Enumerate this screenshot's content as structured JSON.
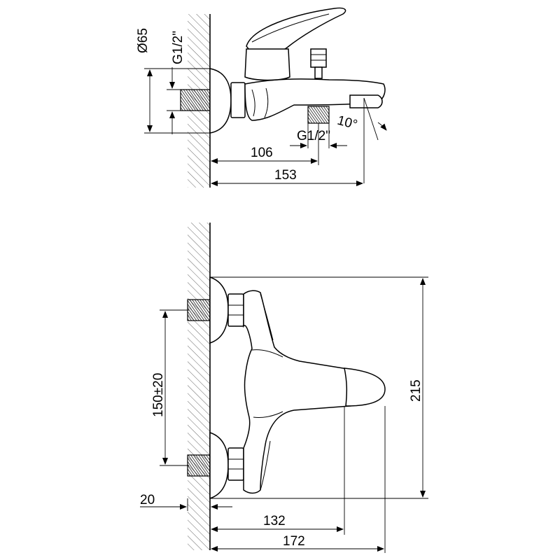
{
  "top_view": {
    "dims": {
      "diameter": "Ø65",
      "inlet_thread": "G1/2\"",
      "outlet_thread": "G1/2\"",
      "angle": "10°",
      "d106": "106",
      "d153": "153"
    }
  },
  "front_view": {
    "dims": {
      "d150": "150±20",
      "d20": "20",
      "d132": "132",
      "d172": "172",
      "d215": "215"
    }
  }
}
